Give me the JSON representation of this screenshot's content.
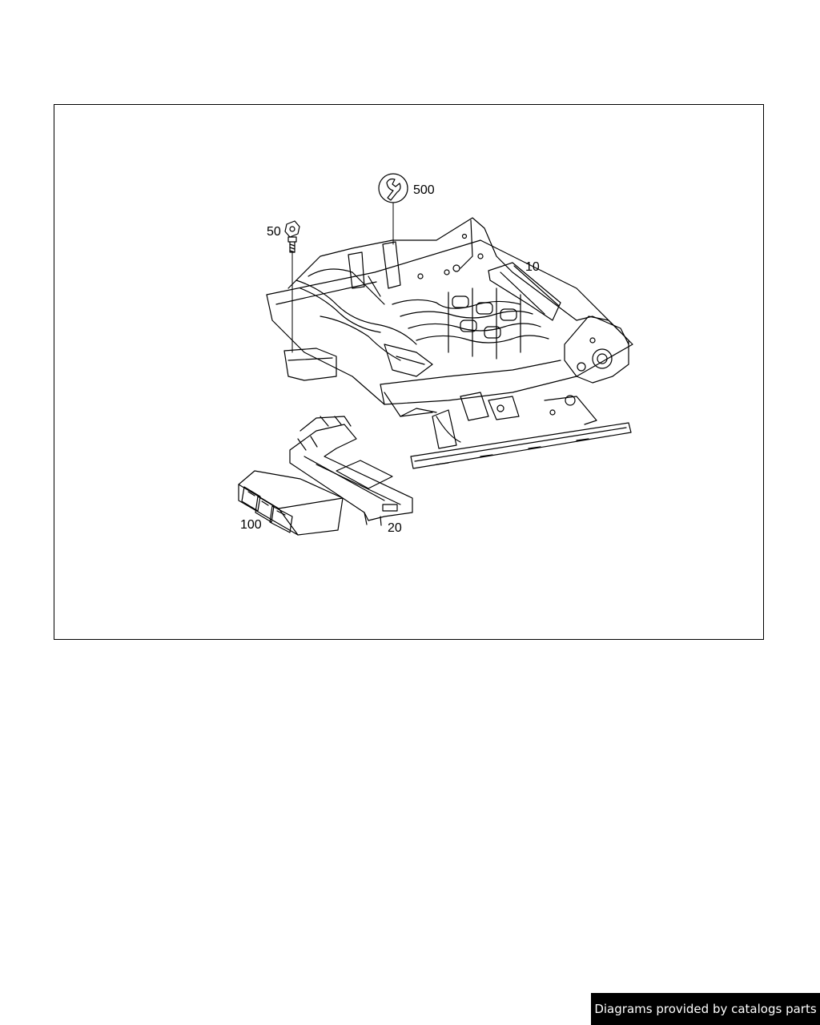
{
  "diagram": {
    "callouts": [
      {
        "id": "seat-frame",
        "label": "10"
      },
      {
        "id": "bracket",
        "label": "20"
      },
      {
        "id": "screw",
        "label": "50"
      },
      {
        "id": "control-unit",
        "label": "100"
      },
      {
        "id": "service-tool",
        "label": "500"
      }
    ],
    "icons": [
      "wrench-icon",
      "screw-icon"
    ],
    "line_color": "#000000"
  },
  "footer": {
    "credit": "Diagrams provided by catalogs parts"
  }
}
